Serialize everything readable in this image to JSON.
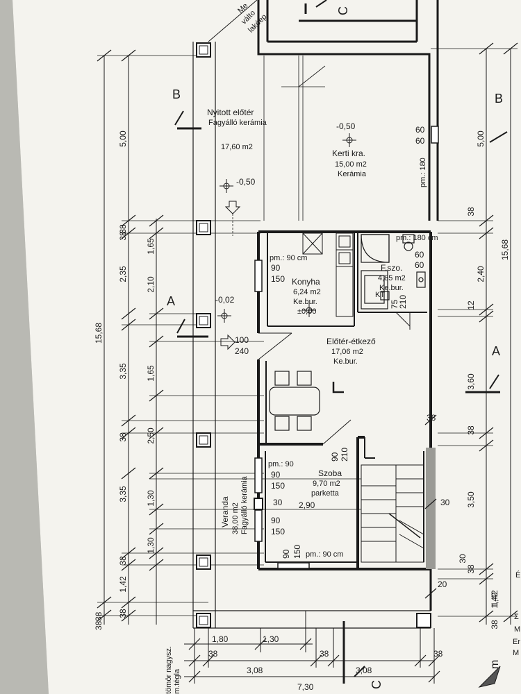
{
  "rooms": {
    "nyitott": {
      "name": "Nyitott előtér",
      "floor": "Fagyálló kerámia",
      "area": "17,60 m2"
    },
    "kerti": {
      "name": "Kerti kra.",
      "area": "15,00 m2",
      "floor": "Kerámia",
      "level": "-0,50"
    },
    "konyha": {
      "name": "Konyha",
      "area": "6,24 m2",
      "floor": "Ke.bur.",
      "level": "±0,00"
    },
    "fszo": {
      "name": "F.szo.",
      "area": "4,85 m2",
      "floor": "Ke.bur."
    },
    "eloter": {
      "name": "Előtér-étkező",
      "area": "17,06 m2",
      "floor": "Ke.bur."
    },
    "szoba": {
      "name": "Szoba",
      "area": "9,70 m2",
      "floor": "parketta"
    },
    "veranda": {
      "name": "Veranda",
      "area": "38,00 m2",
      "floor": "Fagyálló kerámia"
    }
  },
  "levels": {
    "nyitott": "-0,50",
    "veranda": "-0,02"
  },
  "notes": {
    "pm_90cm": "pm.: 90 cm",
    "pm_180cm": "pm.: 180 cm",
    "pm_180": "pm.: 180",
    "pm_90": "pm.: 90",
    "pm_90cm_bottom": "pm.: 90 cm",
    "fragment_top": [
      "Me",
      "válto",
      "lakóép"
    ],
    "fragment_bottom": [
      "tömör nagysz.",
      "m.tégla"
    ],
    "kt": "KT"
  },
  "sections": {
    "a": "A",
    "b": "B",
    "c": "C",
    "m": "m"
  },
  "openings": {
    "w90": "90",
    "w150": "150",
    "w60": "60",
    "w100": "100",
    "w240": "240",
    "w210": "210",
    "w75": "75",
    "w30": "30",
    "w290": "2,90",
    "w90b": "90",
    "w150b": "150",
    "w90c": "90",
    "w150c": "150",
    "w90d": "90",
    "w210b": "210",
    "w90e": "90",
    "w150e": "150"
  },
  "dims_left_outer": [
    "38",
    "15,68",
    "38",
    "38",
    "38"
  ],
  "dims_left_mid": [
    "5,00",
    "38",
    "2,35",
    "2,10",
    "3,35",
    "2,50",
    "3,35",
    "38",
    "1,42",
    "38"
  ],
  "dims_left_inner": [
    "1,65",
    "1,65",
    "1,30",
    "1,30",
    "38",
    "38"
  ],
  "dims_right": [
    "60",
    "60",
    "5,00",
    "38",
    "15,68",
    "2,40",
    "12",
    "3,60",
    "38",
    "3,50",
    "30",
    "38",
    "1,42",
    "38",
    "20",
    "30"
  ],
  "dims_bottom": [
    "1,80",
    "1,30",
    "38",
    "3,08",
    "38",
    "3,08",
    "38",
    "7,30",
    "1,42",
    "38"
  ],
  "right_margin": [
    "É",
    "Σ",
    "M",
    "Er",
    "M"
  ]
}
